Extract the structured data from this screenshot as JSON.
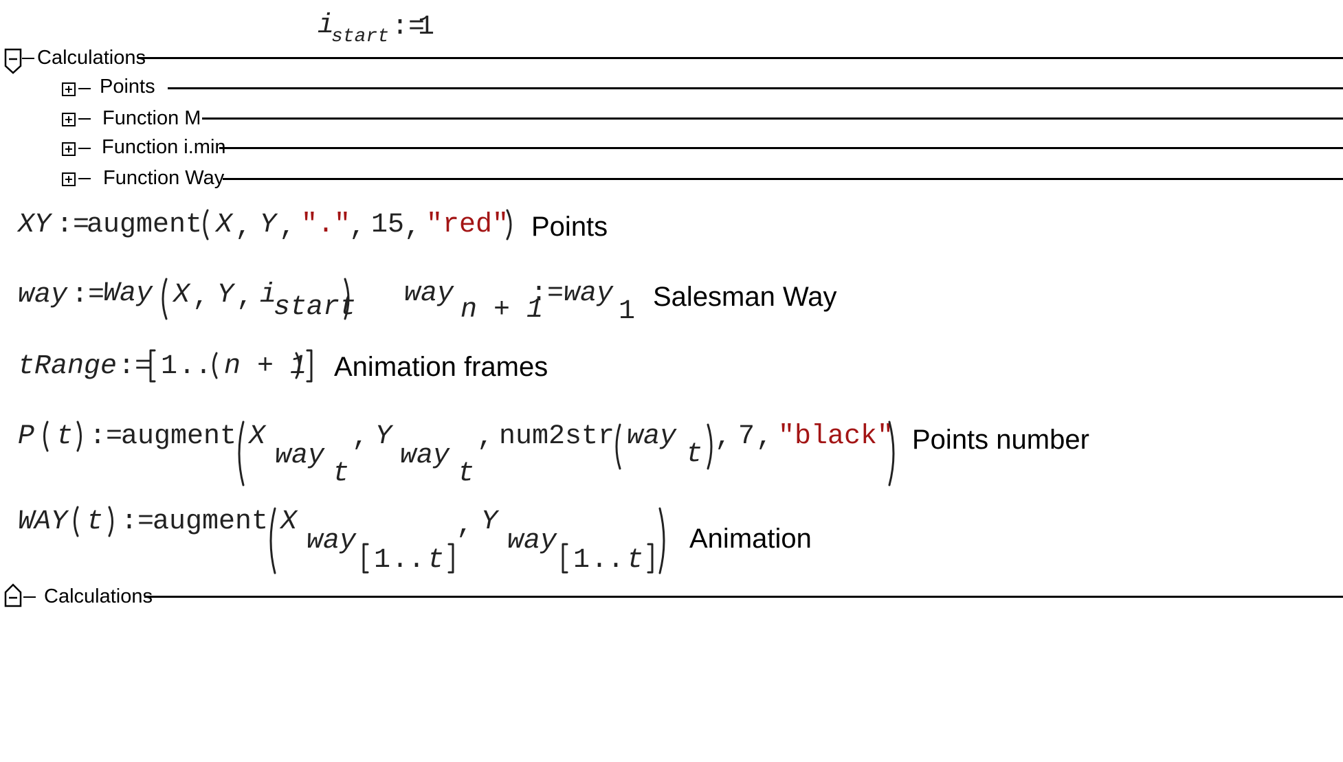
{
  "istart_def": {
    "base": "i",
    "sub": "start",
    "op": ":=",
    "value": "1"
  },
  "top_region": {
    "label": "Calculations"
  },
  "bottom_region": {
    "label": "Calculations"
  },
  "collapsed_areas": [
    {
      "label": "Points"
    },
    {
      "label": "Function M"
    },
    {
      "label": "Function i.min"
    },
    {
      "label": "Function Way"
    }
  ],
  "eq_xy": {
    "lhs": "XY",
    "op": ":=",
    "func": "augment",
    "a1": "X",
    "a2": "Y",
    "s1": "\".\"",
    "n1": "15",
    "s2": "\"red\"",
    "sep": ",",
    "comment": "Points"
  },
  "eq_way": {
    "lhs": "way",
    "op": ":=",
    "func": "Way",
    "a1": "X",
    "a2": "Y",
    "a3_base": "i",
    "a3_sub": "start",
    "sep": ",",
    "assign_base": "way",
    "assign_sub": "n + 1",
    "assign_op": ":=",
    "assign_rhs_base": "way",
    "assign_rhs_sub": "1",
    "comment": "Salesman Way"
  },
  "eq_trange": {
    "lhs": "tRange",
    "op": ":=",
    "range_start": "1",
    "range_dots": "..",
    "range_end": "n + 1",
    "comment": "Animation frames"
  },
  "eq_p": {
    "lhs": "P",
    "arg": "t",
    "op": ":=",
    "func": "augment",
    "x": "X",
    "y": "Y",
    "way": "way",
    "t": "t",
    "num2str": "num2str",
    "size": "7",
    "color": "\"black\"",
    "sep": ",",
    "comment": "Points number"
  },
  "eq_way_anim": {
    "lhs": "WAY",
    "arg": "t",
    "op": ":=",
    "func": "augment",
    "x": "X",
    "y": "Y",
    "way": "way",
    "range_start": "1",
    "range_dots": "..",
    "range_end": "t",
    "sep": ",",
    "comment": "Animation"
  }
}
